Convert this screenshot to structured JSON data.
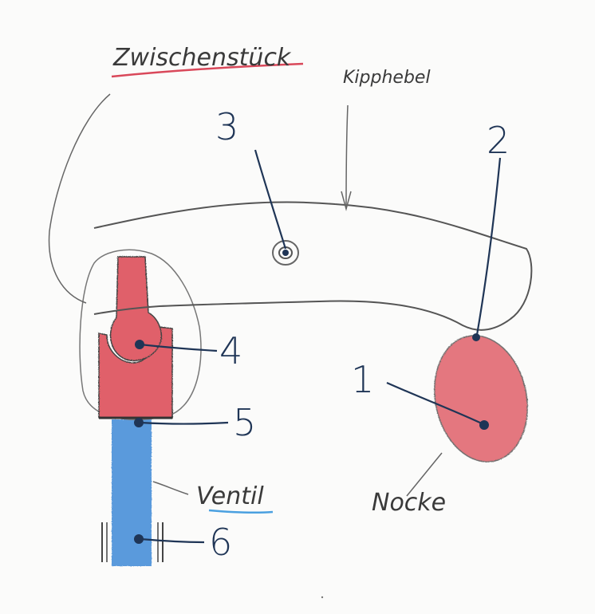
{
  "labels": {
    "zwischenstueck": "Zwischenstück",
    "kipphebel": "Kipphebel",
    "ventil": "Ventil",
    "nocke": "Nocke"
  },
  "numbers": {
    "n1": "1",
    "n2": "2",
    "n3": "3",
    "n4": "4",
    "n5": "5",
    "n6": "6"
  },
  "colors": {
    "pencil": "#555555",
    "pointer": "#1f3556",
    "red_fill": "#e0606a",
    "blue_fill": "#4a90d9",
    "underline_red": "#d9485a",
    "underline_blue": "#4aa0e0"
  }
}
